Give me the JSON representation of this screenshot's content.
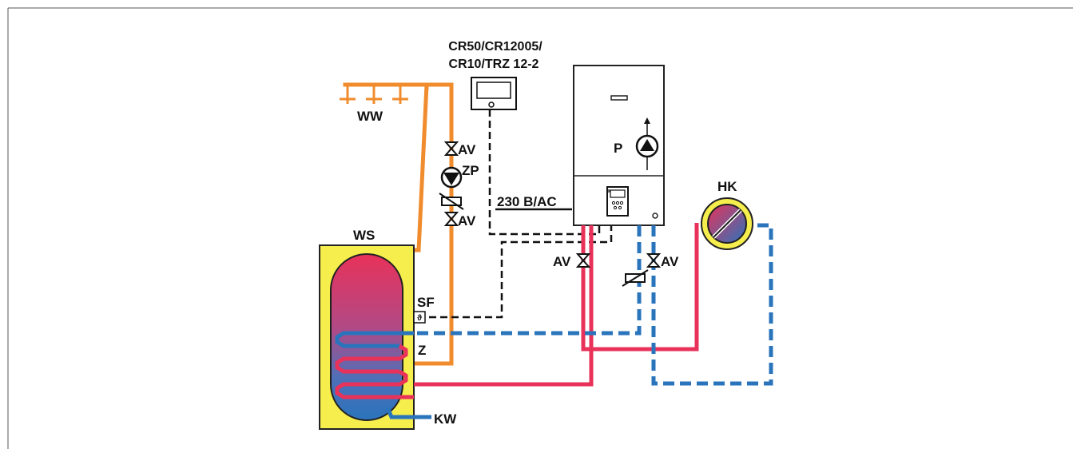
{
  "labels": {
    "thermostat_line1": "CR50/CR12005/",
    "thermostat_line2": "CR10/TRZ 12-2",
    "ww": "WW",
    "ws": "WS",
    "sf": "SF",
    "z": "Z",
    "kw": "KW",
    "av_valve": "AV",
    "zp": "ZP",
    "p": "P",
    "power": "230 B/AC",
    "hk": "HK",
    "sensor_symbol": "ϑ"
  },
  "colors": {
    "hot_water_orange": "#F08C2E",
    "flow_red": "#E8325A",
    "return_blue": "#2A74BC",
    "cold_water_blue": "#2A74BC",
    "tank_yellow": "#F5EE4C",
    "control_black": "#111111"
  }
}
